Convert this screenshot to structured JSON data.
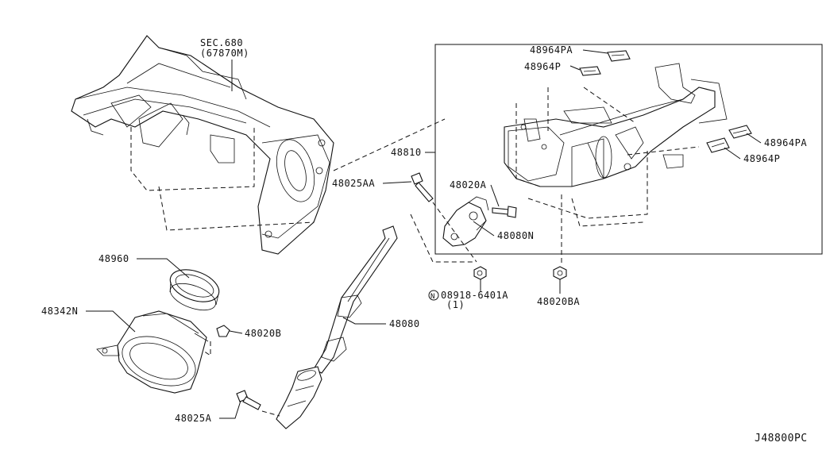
{
  "diagram_code": "J48800PC",
  "section_ref": {
    "line1": "SEC.680",
    "line2": "(67870M)"
  },
  "callouts": {
    "p48964PA_top": "48964PA",
    "p48964P_top": "48964P",
    "p48964PA_right": "48964PA",
    "p48964P_right": "48964P",
    "p48810": "48810",
    "p48025AA": "48025AA",
    "p48020A": "48020A",
    "p48080N": "48080N",
    "p48960": "48960",
    "p48342N": "48342N",
    "p48020B": "48020B",
    "p48080": "48080",
    "p08918": "08918-6401A",
    "p08918_qty": "(1)",
    "p08918_prefix": "N",
    "p48020BA": "48020BA",
    "p48025A": "48025A"
  }
}
